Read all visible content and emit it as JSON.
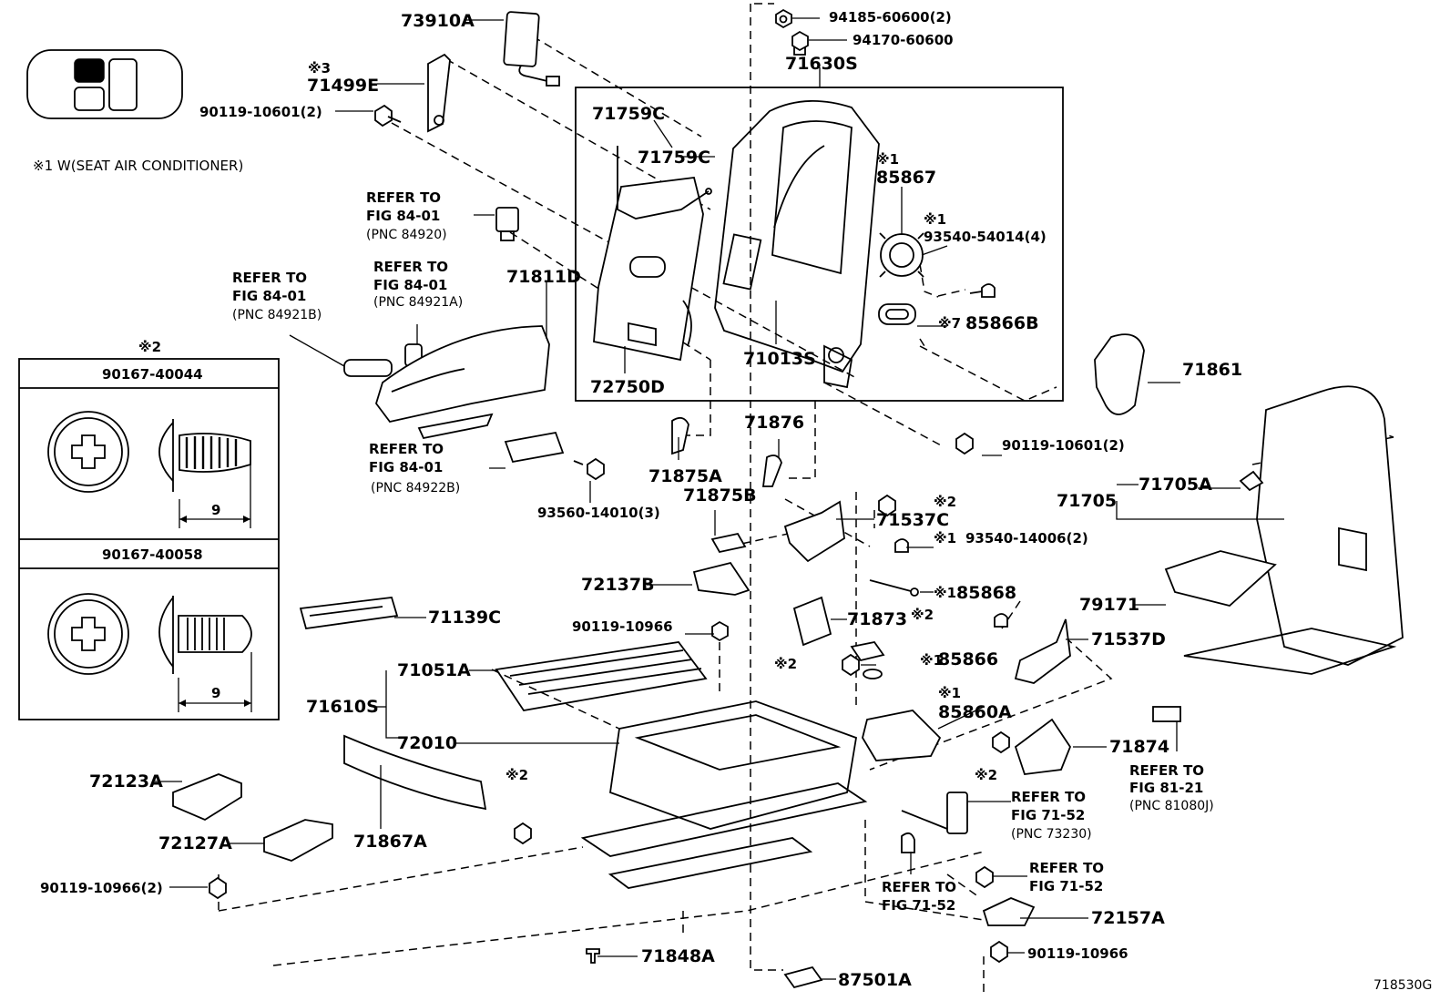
{
  "legend": {
    "note1": "※1 W(SEAT AIR CONDITIONER)"
  },
  "inset": {
    "marker": "※2",
    "item1": {
      "part": "90167-40044",
      "dim": "9"
    },
    "item2": {
      "part": "90167-40058",
      "dim": "9"
    }
  },
  "labels": {
    "p73910A": "73910A",
    "m3": "※3",
    "p71499E": "71499E",
    "p90119_10601_2_top": "90119-10601(2)",
    "p94185": "94185-60600(2)",
    "p94170": "94170-60600",
    "p71630S": "71630S",
    "p71759C_1": "71759C",
    "p71759C_2": "71759C",
    "m1_85867": "※1",
    "p85867": "85867",
    "m1_93540_54014": "※1",
    "p93540_54014": "93540-54014(4)",
    "m7": "※7",
    "p85866B": "85866B",
    "p71013S": "71013S",
    "p72750D": "72750D",
    "ref84920_l1": "REFER TO",
    "ref84920_l2": "FIG 84-01",
    "ref84920_l3": "(PNC 84920)",
    "ref84921A_l1": "REFER TO",
    "ref84921A_l2": "FIG 84-01",
    "ref84921A_l3": "(PNC 84921A)",
    "ref84921B_l1": "REFER TO",
    "ref84921B_l2": "FIG 84-01",
    "ref84921B_l3": "(PNC 84921B)",
    "p71811D": "71811D",
    "ref84922B_l1": "REFER TO",
    "ref84922B_l2": "FIG 84-01",
    "ref84922B_l3": "(PNC 84922B)",
    "p93560": "93560-14010(3)",
    "p71861": "71861",
    "p90119_10601_2_mid": "90119-10601(2)",
    "p71876": "71876",
    "p71875A": "71875A",
    "p71875B": "71875B",
    "m2_71537C": "※2",
    "p71537C": "71537C",
    "m1_93540_14006": "※1",
    "p93540_14006": "93540-14006(2)",
    "p71705A": "71705A",
    "p71705": "71705",
    "p72137B": "72137B",
    "m1_85868": "※1",
    "p85868": "85868",
    "p79171": "79171",
    "p71139C": "71139C",
    "p90119_10966_a": "90119-10966",
    "m2_71873": "※2",
    "p71873": "71873",
    "p71537D": "71537D",
    "m2_85866": "※2",
    "m1_85866": "※1",
    "p85866": "85866",
    "p71051A": "71051A",
    "p71610S": "71610S",
    "m1_85860A": "※1",
    "p85860A": "85860A",
    "p72010": "72010",
    "p71874": "71874",
    "m2_71874": "※2",
    "ref81080J_l1": "REFER TO",
    "ref81080J_l2": "FIG 81-21",
    "ref81080J_l3": "(PNC 81080J)",
    "p72123A": "72123A",
    "m2_bolt": "※2",
    "ref73230_l1": "REFER TO",
    "ref73230_l2": "FIG 71-52",
    "ref73230_l3": "(PNC 73230)",
    "p72127A": "72127A",
    "p71867A": "71867A",
    "p90119_10966_2": "90119-10966(2)",
    "ref7152a_l1": "REFER TO",
    "ref7152a_l2": "FIG 71-52",
    "ref7152b_l1": "REFER TO",
    "ref7152b_l2": "FIG 71-52",
    "p72157A": "72157A",
    "p90119_10966_b": "90119-10966",
    "p71848A": "71848A",
    "p87501A": "87501A",
    "figure_id": "718530G"
  }
}
